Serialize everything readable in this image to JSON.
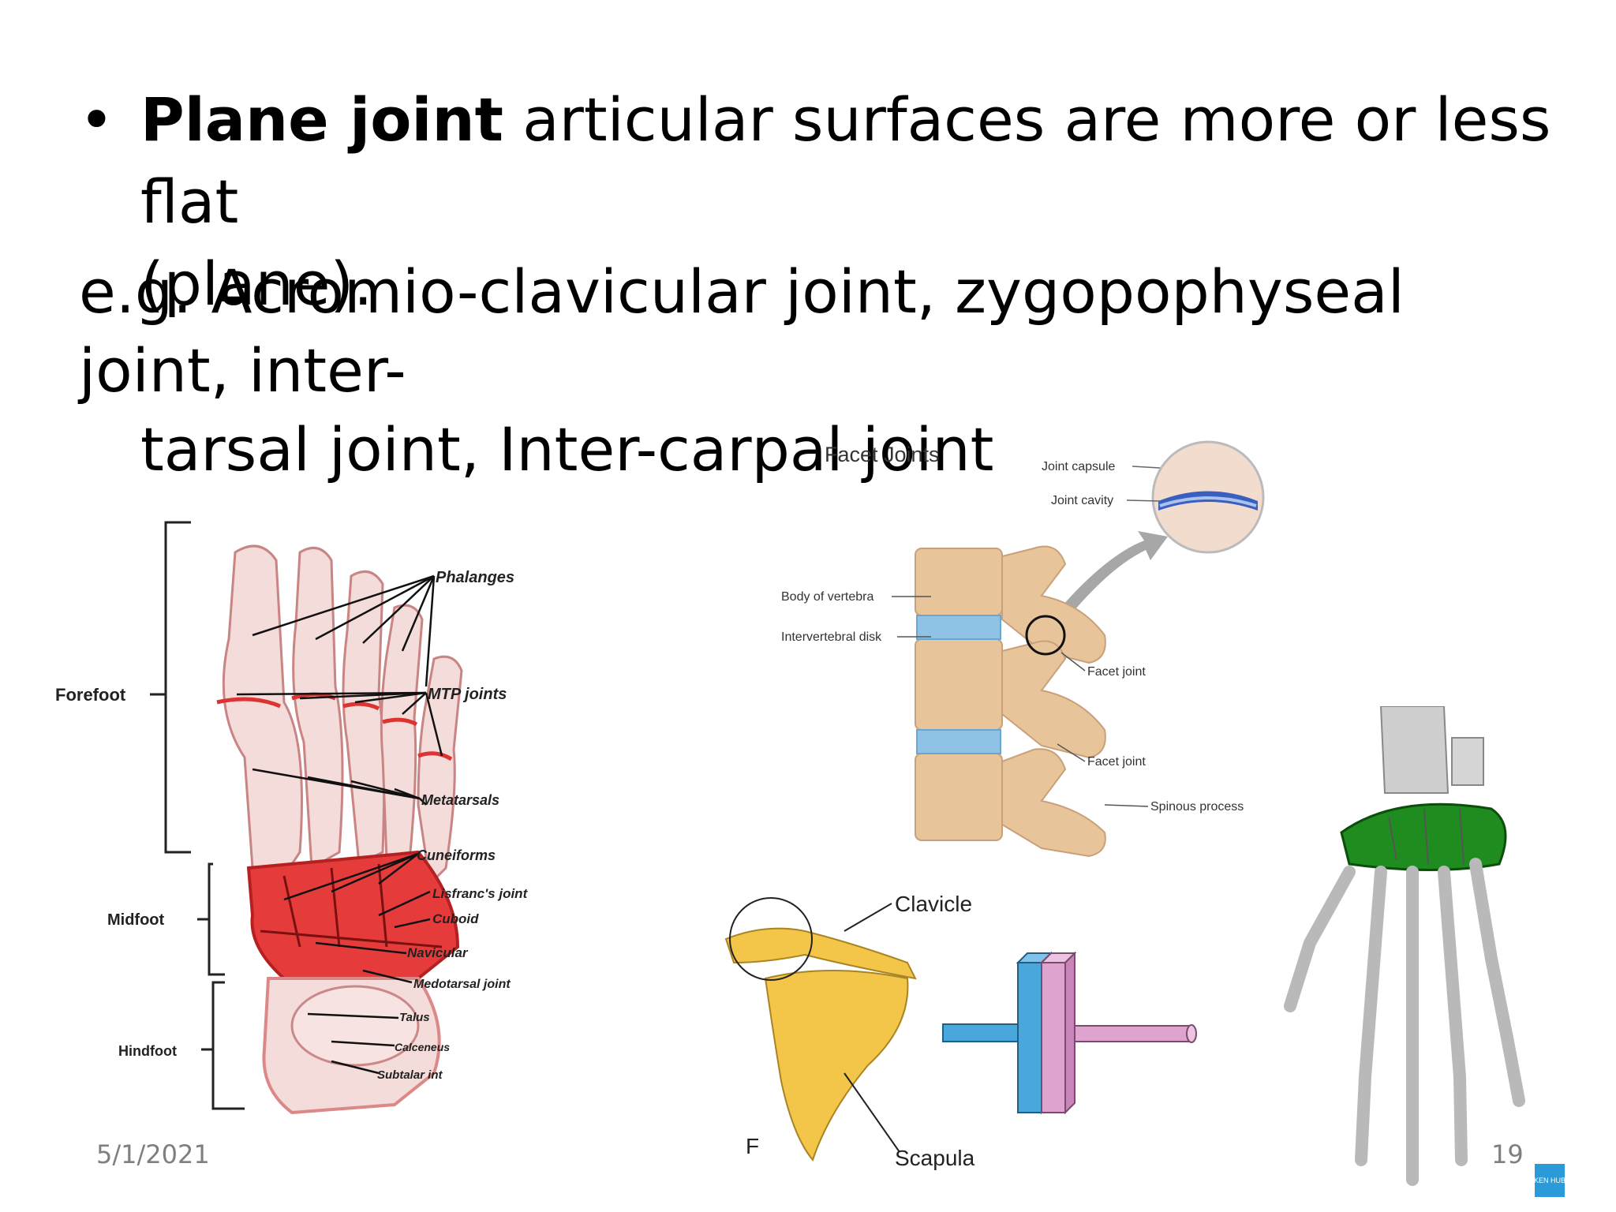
{
  "bullet": {
    "symbol": "•",
    "term": "Plane joint",
    "definition": " articular surfaces are more or less flat",
    "definition_cont": "(plane)."
  },
  "examples": {
    "line1": "e.g. Acromio-clavicular joint, zygopophyseal joint, inter-",
    "line2": "tarsal joint, Inter-carpal joint"
  },
  "foot_figure": {
    "regions": [
      "Forefoot",
      "Midfoot",
      "Hindfoot"
    ],
    "labels": [
      "Phalanges",
      "MTP joints",
      "Metatarsals",
      "Cuneiforms",
      "Lisfranc's joint",
      "Cuboid",
      "Navicular",
      "Medotarsal joint",
      "Talus",
      "Calceneus",
      "Subtalar int"
    ]
  },
  "facet_figure": {
    "title": "Facet Joints",
    "labels": [
      "Joint capsule",
      "Joint cavity",
      "Body of vertebra",
      "Intervertebral disk",
      "Facet joint",
      "Facet joint",
      "Spinous process"
    ]
  },
  "shoulder_figure": {
    "labels": [
      "Clavicle",
      "Scapula",
      "F"
    ]
  },
  "hand_figure": {
    "logo_text": "KEN HUB"
  },
  "footer": {
    "date": "5/1/2021",
    "page_number": "19"
  },
  "colors": {
    "foot_red": "#e53b3b",
    "bone": "#f3dcd9",
    "spine_tan": "#e8c49a",
    "disk_blue": "#8ec3e6",
    "carpal_green": "#1e8c1e",
    "block_blue": "#4aa7dc",
    "block_pink": "#dea4cf",
    "scapula_yellow": "#f3c64a",
    "logo_blue": "#2a9ad8"
  }
}
